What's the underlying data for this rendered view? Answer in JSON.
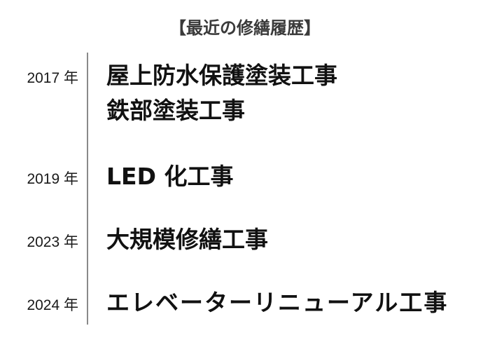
{
  "title": "【最近の修繕履歴】",
  "colors": {
    "text": "#111111",
    "title": "#3a3a3a",
    "line": "#8a8a8a",
    "background": "#ffffff"
  },
  "entries": [
    {
      "year": "2017 年",
      "works": [
        "屋上防水保護塗装工事",
        "鉄部塗装工事"
      ]
    },
    {
      "year": "2019 年",
      "works": [
        "LED 化工事"
      ]
    },
    {
      "year": "2023 年",
      "works": [
        "大規模修繕工事"
      ]
    },
    {
      "year": "2024 年",
      "works": [
        "エレベーターリニューアル工事"
      ]
    }
  ]
}
